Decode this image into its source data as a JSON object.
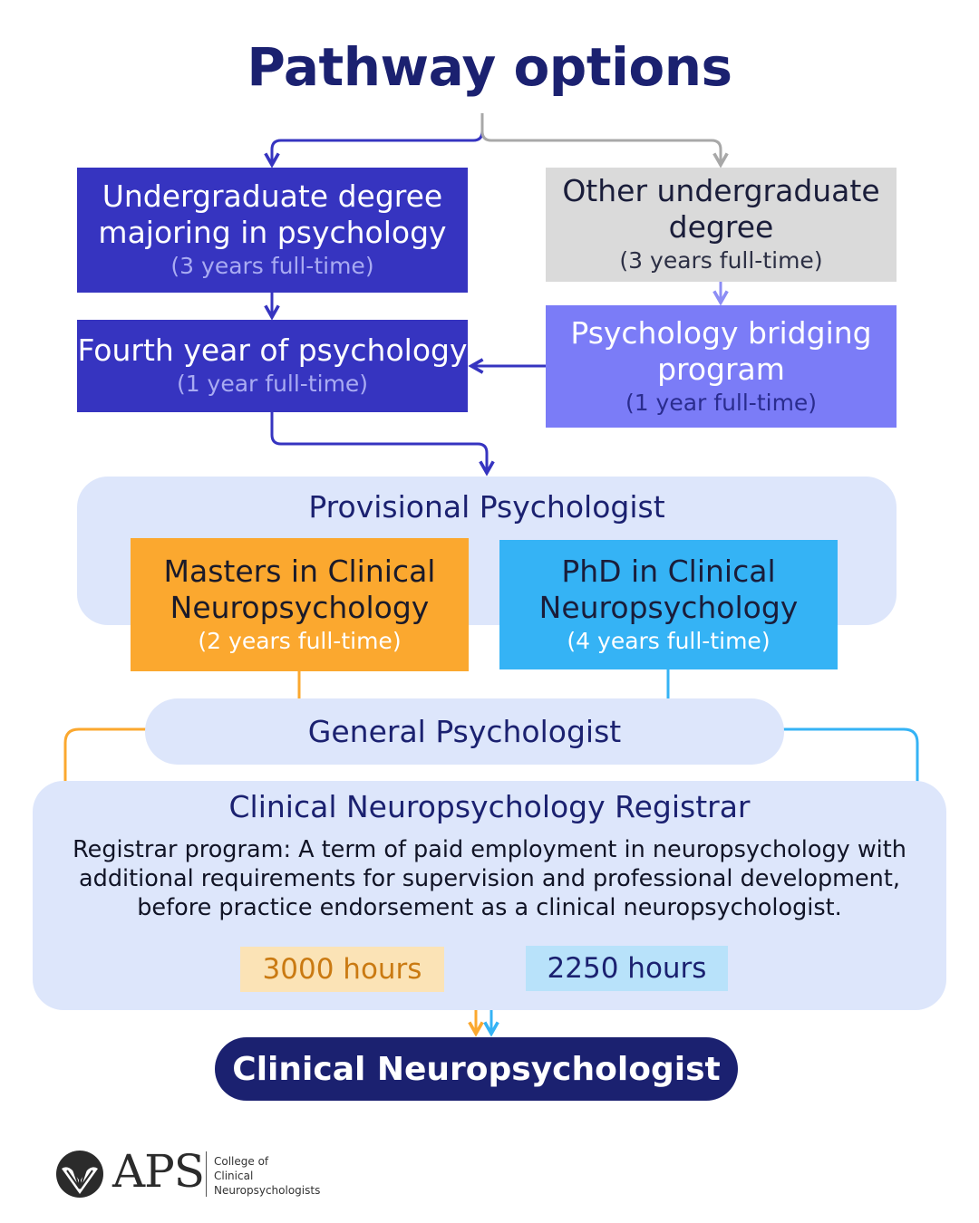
{
  "title": "Pathway options",
  "undergrad": {
    "line1": "Undergraduate degree",
    "line2": "majoring in psychology",
    "duration": "(3 years full-time)"
  },
  "other_undergrad": {
    "line1": "Other undergraduate",
    "line2": "degree",
    "duration": "(3 years full-time)"
  },
  "fourth_year": {
    "line1": "Fourth year of psychology",
    "duration": "(1 year full-time)"
  },
  "bridging": {
    "line1": "Psychology bridging",
    "line2": "program",
    "duration": "(1 year full-time)"
  },
  "provisional": {
    "label": "Provisional Psychologist"
  },
  "masters": {
    "line1": "Masters in Clinical",
    "line2": "Neuropsychology",
    "duration": "(2 years full-time)"
  },
  "phd": {
    "line1": "PhD in Clinical",
    "line2": "Neuropsychology",
    "duration": "(4 years full-time)"
  },
  "general": {
    "label": "General Psychologist"
  },
  "registrar": {
    "label": "Clinical Neuropsychology Registrar",
    "desc1": "Registrar program: A term of paid employment in neuropsychology with",
    "desc2": "additional requirements for supervision and professional development,",
    "desc3": "before practice endorsement as a clinical neuropsychologist."
  },
  "hours_masters": "3000 hours",
  "hours_phd": "2250 hours",
  "final": "Clinical Neuropsychologist",
  "logo": {
    "mark": "APS",
    "sub1": "College of",
    "sub2": "Clinical",
    "sub3": "Neuropsychologists",
    "icon": "aps-leaf-icon"
  },
  "colors": {
    "navy": "#1b2170",
    "indigo": "#3634c0",
    "grey": "#dadada",
    "violet": "#7b7cf7",
    "band": "#dde6fb",
    "orange": "#fba82f",
    "sky": "#35b3f5"
  }
}
